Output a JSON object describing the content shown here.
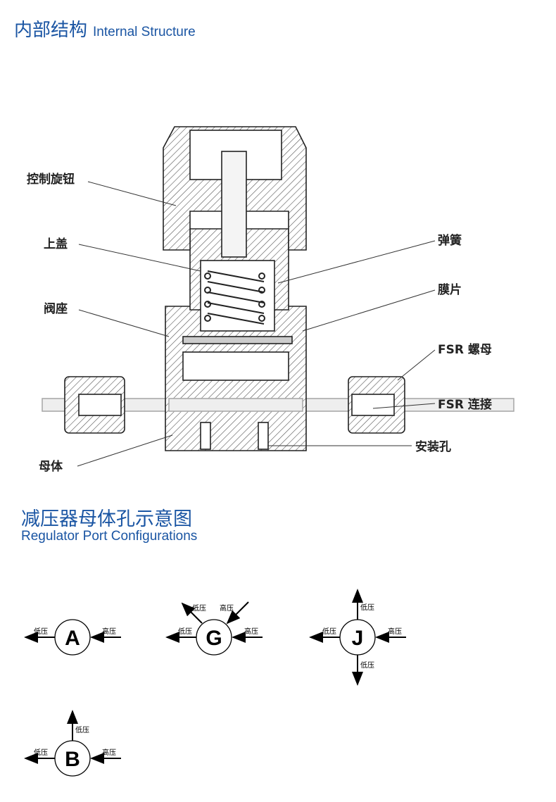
{
  "section1": {
    "title_cn": "内部结构",
    "title_en": "Internal Structure"
  },
  "diagram_labels": {
    "knob": "控制旋钮",
    "bonnet": "上盖",
    "seat": "阀座",
    "body": "母体",
    "spring": "弹簧",
    "diaphragm": "膜片",
    "fsr_nut": "FSR 螺母",
    "fsr_connection": "FSR 连接",
    "mounting_hole": "安装孔"
  },
  "section2": {
    "title_cn": "减压器母体孔示意图",
    "title_en": "Regulator Port Configurations"
  },
  "ports": {
    "low": "低压",
    "high": "高压",
    "configs": [
      {
        "letter": "A"
      },
      {
        "letter": "G"
      },
      {
        "letter": "J"
      },
      {
        "letter": "B"
      }
    ]
  },
  "colors": {
    "accent": "#1a55a3"
  }
}
